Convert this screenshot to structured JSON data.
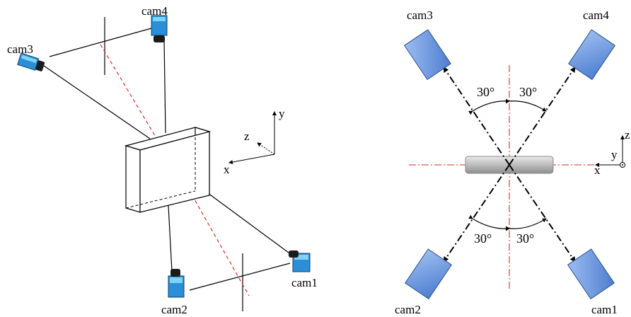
{
  "left_view": {
    "cameras": {
      "cam1": "cam1",
      "cam2": "cam2",
      "cam3": "cam3",
      "cam4": "cam4"
    },
    "axes": {
      "x": "x",
      "y": "y",
      "z": "z"
    }
  },
  "right_view": {
    "cameras": {
      "cam1": "cam1",
      "cam2": "cam2",
      "cam3": "cam3",
      "cam4": "cam4"
    },
    "axes": {
      "x": "x",
      "y": "y",
      "z": "z"
    },
    "angles": {
      "top_left": "30°",
      "top_right": "30°",
      "bottom_left": "30°",
      "bottom_right": "30°"
    }
  },
  "colors": {
    "camera_fill": "#6f9ae0",
    "camera_dark": "#1b1b1b",
    "camera_cyan": "#33b6e6",
    "centerline_red": "#e02a1a",
    "specimen_gray": "#bdbdbd"
  },
  "icons": [
    "camera-icon",
    "axis-triad-icon",
    "angle-arc-icon"
  ]
}
